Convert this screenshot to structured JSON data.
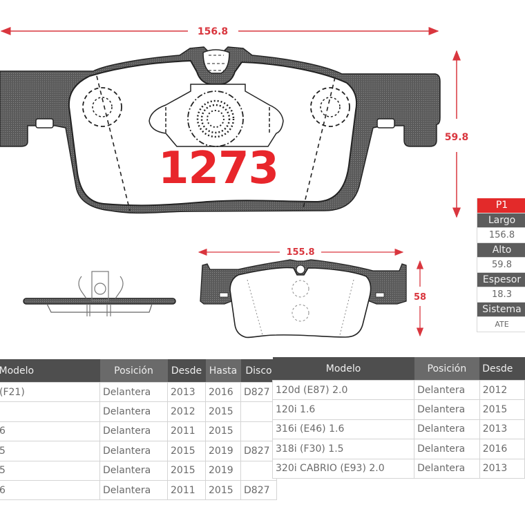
{
  "drawing": {
    "part_number": "1273",
    "main_view": {
      "width_dimension": "156.8",
      "height_dimension": "59.8"
    },
    "secondary_view": {
      "width_dimension": "155.8",
      "height_dimension": "58"
    }
  },
  "specs": {
    "header": "P1",
    "items": [
      {
        "label": "Largo",
        "value": "156.8"
      },
      {
        "label": "Alto",
        "value": "59.8"
      },
      {
        "label": "Espesor",
        "value": "18.3"
      },
      {
        "label": "Sistema",
        "value": "ATE"
      }
    ]
  },
  "tables": {
    "left": {
      "headers": [
        "Modelo",
        "Posición",
        "Desde",
        "Hasta",
        "Disco"
      ],
      "rows": [
        [
          "(F21)",
          "Delantera",
          "2013",
          "2016",
          "D827"
        ],
        [
          "",
          "Delantera",
          "2012",
          "2015",
          ""
        ],
        [
          "6",
          "Delantera",
          "2011",
          "2015",
          ""
        ],
        [
          "5",
          "Delantera",
          "2015",
          "2019",
          "D827"
        ],
        [
          "5",
          "Delantera",
          "2015",
          "2019",
          ""
        ],
        [
          "6",
          "Delantera",
          "2011",
          "2015",
          "D827"
        ]
      ]
    },
    "right": {
      "headers": [
        "Modelo",
        "Posición",
        "Desde"
      ],
      "rows": [
        [
          "120d (E87) 2.0",
          "Delantera",
          "2012"
        ],
        [
          "120i 1.6",
          "Delantera",
          "2015"
        ],
        [
          "316i (E46) 1.6",
          "Delantera",
          "2013"
        ],
        [
          "318i (F30) 1.5",
          "Delantera",
          "2016"
        ],
        [
          "320i CABRIO (E93) 2.0",
          "Delantera",
          "2013"
        ]
      ]
    }
  },
  "colors": {
    "accent_red": "#e32a2a",
    "dimension_red": "#d9363e",
    "header_grey": "#4e4e4e",
    "pad_fill": "#555555"
  }
}
